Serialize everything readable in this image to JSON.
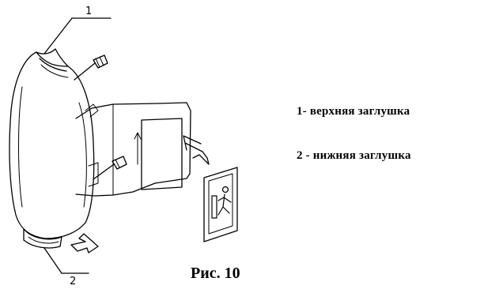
{
  "callouts": {
    "one": "1",
    "two": "2"
  },
  "legend": [
    {
      "text": "1- верхняя заглушка"
    },
    {
      "text": "2 - нижняя заглушка"
    }
  ],
  "caption": "Рис. 10",
  "icons": [
    "screw-icon",
    "push-arrow-icon",
    "exit-sign-icon"
  ]
}
